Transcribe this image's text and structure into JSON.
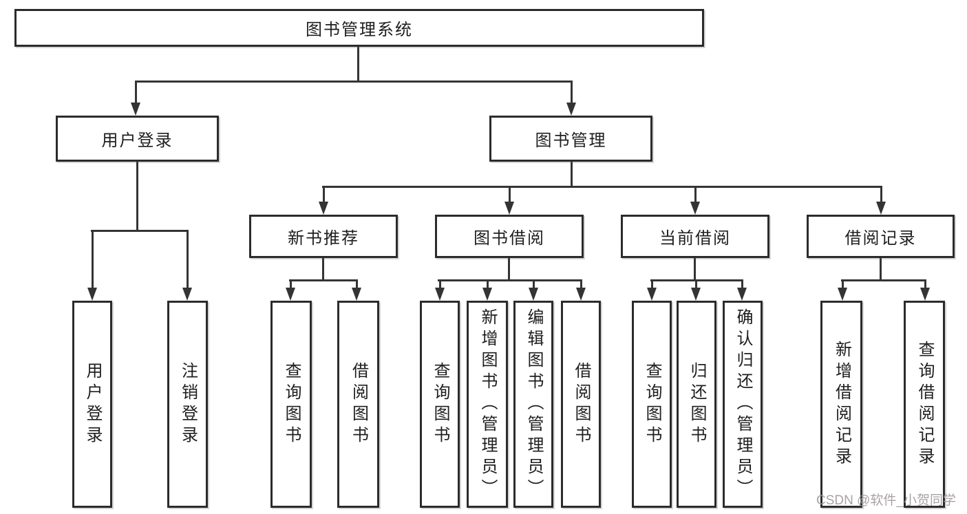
{
  "diagram": {
    "title": "图书管理系统",
    "tree": {
      "root": {
        "label": "图书管理系统",
        "children": [
          {
            "label": "用户登录",
            "children": [
              {
                "label": "用户登录"
              },
              {
                "label": "注销登录"
              }
            ]
          },
          {
            "label": "图书管理",
            "children": [
              {
                "label": "新书推荐",
                "children": [
                  {
                    "label": "查询图书"
                  },
                  {
                    "label": "借阅图书"
                  }
                ]
              },
              {
                "label": "图书借阅",
                "children": [
                  {
                    "label": "查询图书"
                  },
                  {
                    "label": "新增图书（管理员）"
                  },
                  {
                    "label": "编辑图书（管理员）"
                  },
                  {
                    "label": "借阅图书"
                  }
                ]
              },
              {
                "label": "当前借阅",
                "children": [
                  {
                    "label": "查询图书"
                  },
                  {
                    "label": "归还图书"
                  },
                  {
                    "label": "确认归还（管理员）"
                  }
                ]
              },
              {
                "label": "借阅记录",
                "children": [
                  {
                    "label": "新增借阅记录"
                  },
                  {
                    "label": "查询借阅记录"
                  }
                ]
              }
            ]
          }
        ]
      }
    },
    "colors": {
      "background": "#ffffff",
      "line": "#343434",
      "box_border": "#2b2b2b",
      "text": "#1e1e1e",
      "watermark": "#a09898"
    }
  },
  "watermark": {
    "text": "CSDN @软件_小贺同学"
  }
}
